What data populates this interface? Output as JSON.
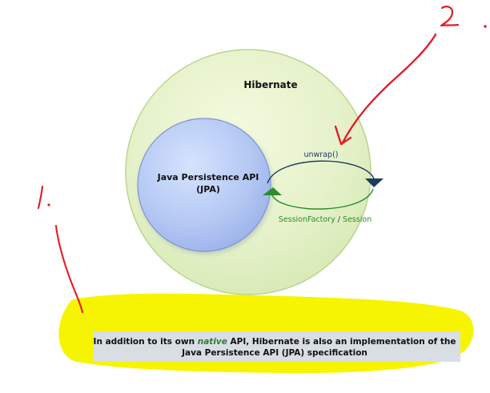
{
  "diagram": {
    "outer_label": "Hibernate",
    "inner_label_line1": "Java Persistence  API",
    "inner_label_line2": "(JPA)",
    "top_arrow_label": "unwrap()",
    "bottom_arrow_label_part1": "SessionFactory",
    "bottom_arrow_label_sep": " / ",
    "bottom_arrow_label_part2": "Session"
  },
  "caption": {
    "line1_before": "In addition to its own ",
    "line1_emphasis": "native",
    "line1_after": " API, Hibernate is also an implementation of the",
    "line2": "Java Persistence  API (JPA) specification"
  },
  "handwritten_marks": {
    "mark_1": "1.",
    "mark_2": "2."
  },
  "colors": {
    "outer_circle_fill": "#e4f1c8",
    "outer_circle_stroke": "#b9d28d",
    "inner_circle_fill": "#b4c8f3",
    "inner_circle_stroke": "#7f95cf",
    "top_arrow": "#1f3b5c",
    "bottom_arrow": "#2e8b2e",
    "annotation_red": "#e31b23",
    "highlight_yellow": "#f6f400",
    "caption_box": "#d9dde4"
  }
}
